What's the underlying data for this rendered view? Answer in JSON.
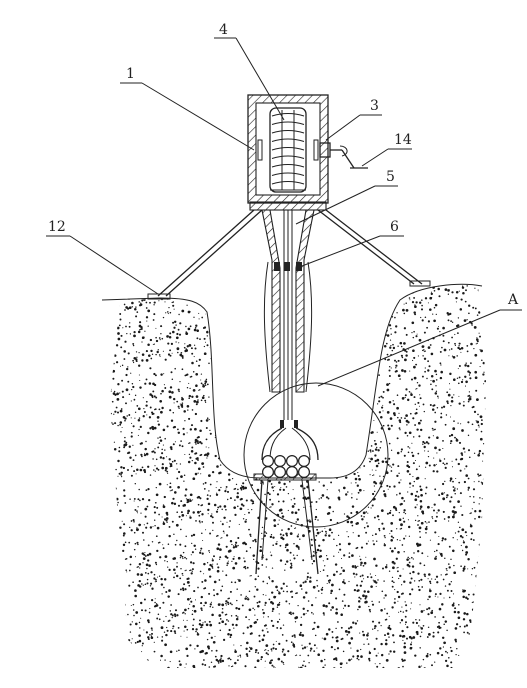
{
  "figure": {
    "labels": [
      "1",
      "4",
      "3",
      "14",
      "5",
      "12",
      "6",
      "A"
    ],
    "colors": {
      "ink": "#222222",
      "soil": "#1a1a1a",
      "background": "#ffffff"
    }
  }
}
